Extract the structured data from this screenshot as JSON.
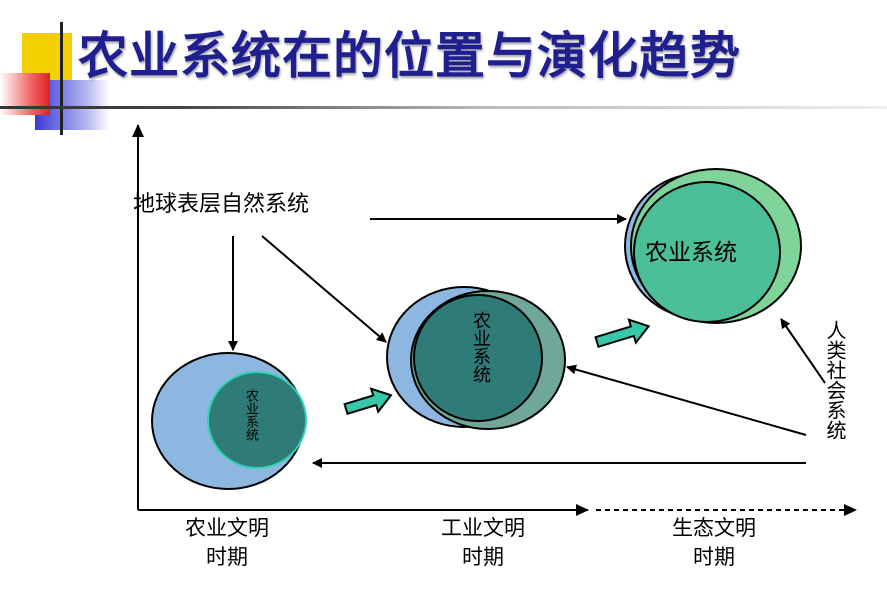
{
  "title": "农业系统在的位置与演化趋势",
  "colors": {
    "title": "#1f1f8f",
    "circle_blue": "#8db7e0",
    "circle_teal_dark": "#2e7b78",
    "circle_green": "#7fd49a",
    "circle_teal": "#4cbf98",
    "arrow_fill": "#36c8a9",
    "deco_yellow": "#f5d000",
    "deco_red": "#e02020",
    "deco_blue": "#3a3ad8"
  },
  "labels": {
    "natural_system": "地球表层自然系统",
    "human_system": "人类社会系统",
    "agri_system_1": "农业系统",
    "agri_system_2": "农业系统",
    "agri_system_3": "农业系统"
  },
  "periods": [
    {
      "line1": "农业文明",
      "line2": "时期"
    },
    {
      "line1": "工业文明",
      "line2": "时期"
    },
    {
      "line1": "生态文明",
      "line2": "时期"
    }
  ]
}
